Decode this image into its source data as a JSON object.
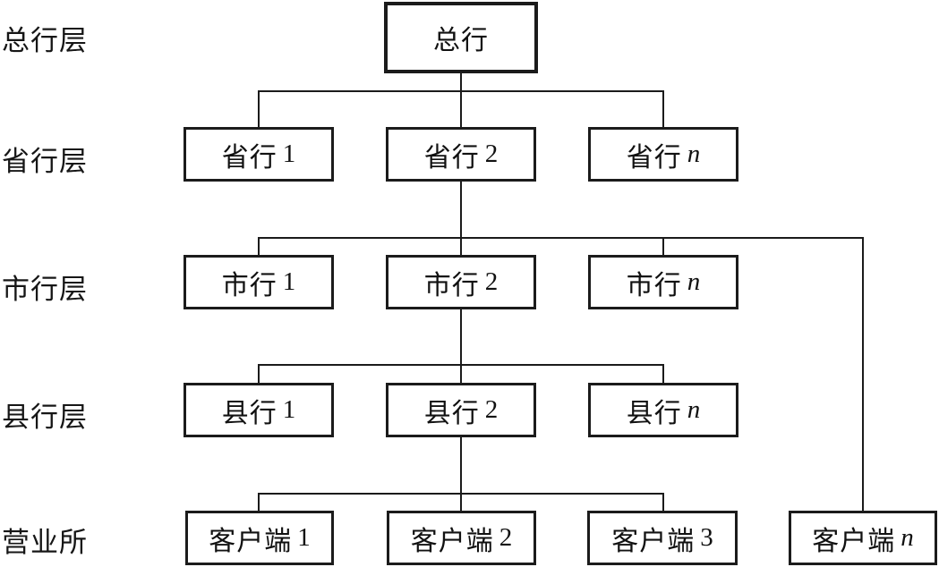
{
  "diagram": {
    "type": "org-chart",
    "background_color": "#ffffff",
    "line_color": "#1b1b1b",
    "levels": [
      {
        "label": "总行层",
        "boxes": [
          {
            "name": "总行",
            "num": ""
          }
        ]
      },
      {
        "label": "省行层",
        "boxes": [
          {
            "name": "省行",
            "num": "1"
          },
          {
            "name": "省行",
            "num": "2"
          },
          {
            "name": "省行",
            "num": "n"
          }
        ]
      },
      {
        "label": "市行层",
        "boxes": [
          {
            "name": "市行",
            "num": "1"
          },
          {
            "name": "市行",
            "num": "2"
          },
          {
            "name": "市行",
            "num": "n"
          }
        ]
      },
      {
        "label": "县行层",
        "boxes": [
          {
            "name": "县行",
            "num": "1"
          },
          {
            "name": "县行",
            "num": "2"
          },
          {
            "name": "县行",
            "num": "n"
          }
        ]
      },
      {
        "label": "营业所",
        "boxes": [
          {
            "name": "客户端",
            "num": "1"
          },
          {
            "name": "客户端",
            "num": "2"
          },
          {
            "name": "客户端",
            "num": "3"
          },
          {
            "name": "客户端",
            "num": "n"
          }
        ]
      }
    ]
  }
}
